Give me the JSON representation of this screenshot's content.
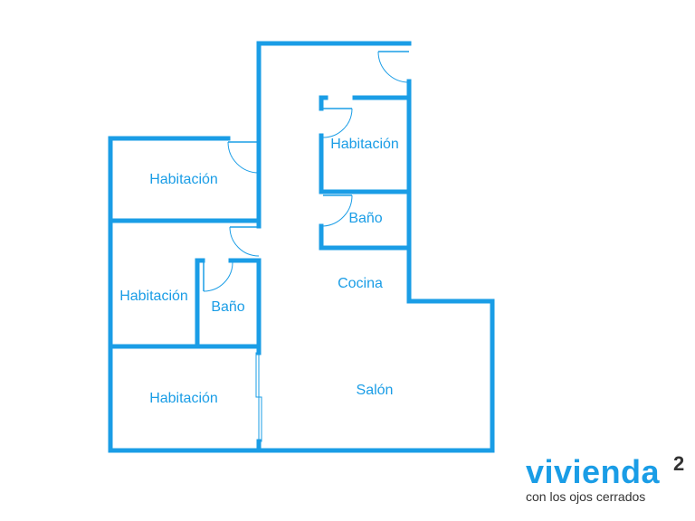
{
  "rooms": [
    "Habitación",
    "Habitación",
    "Baño",
    "Habitación",
    "Baño",
    "Habitación",
    "Cocina",
    "Salón"
  ],
  "logo": {
    "name": "vivienda",
    "superscript": "2",
    "tagline": "con los ojos cerrados"
  },
  "colors": {
    "walls": "#1a9de6",
    "logo_text": "#333333"
  }
}
